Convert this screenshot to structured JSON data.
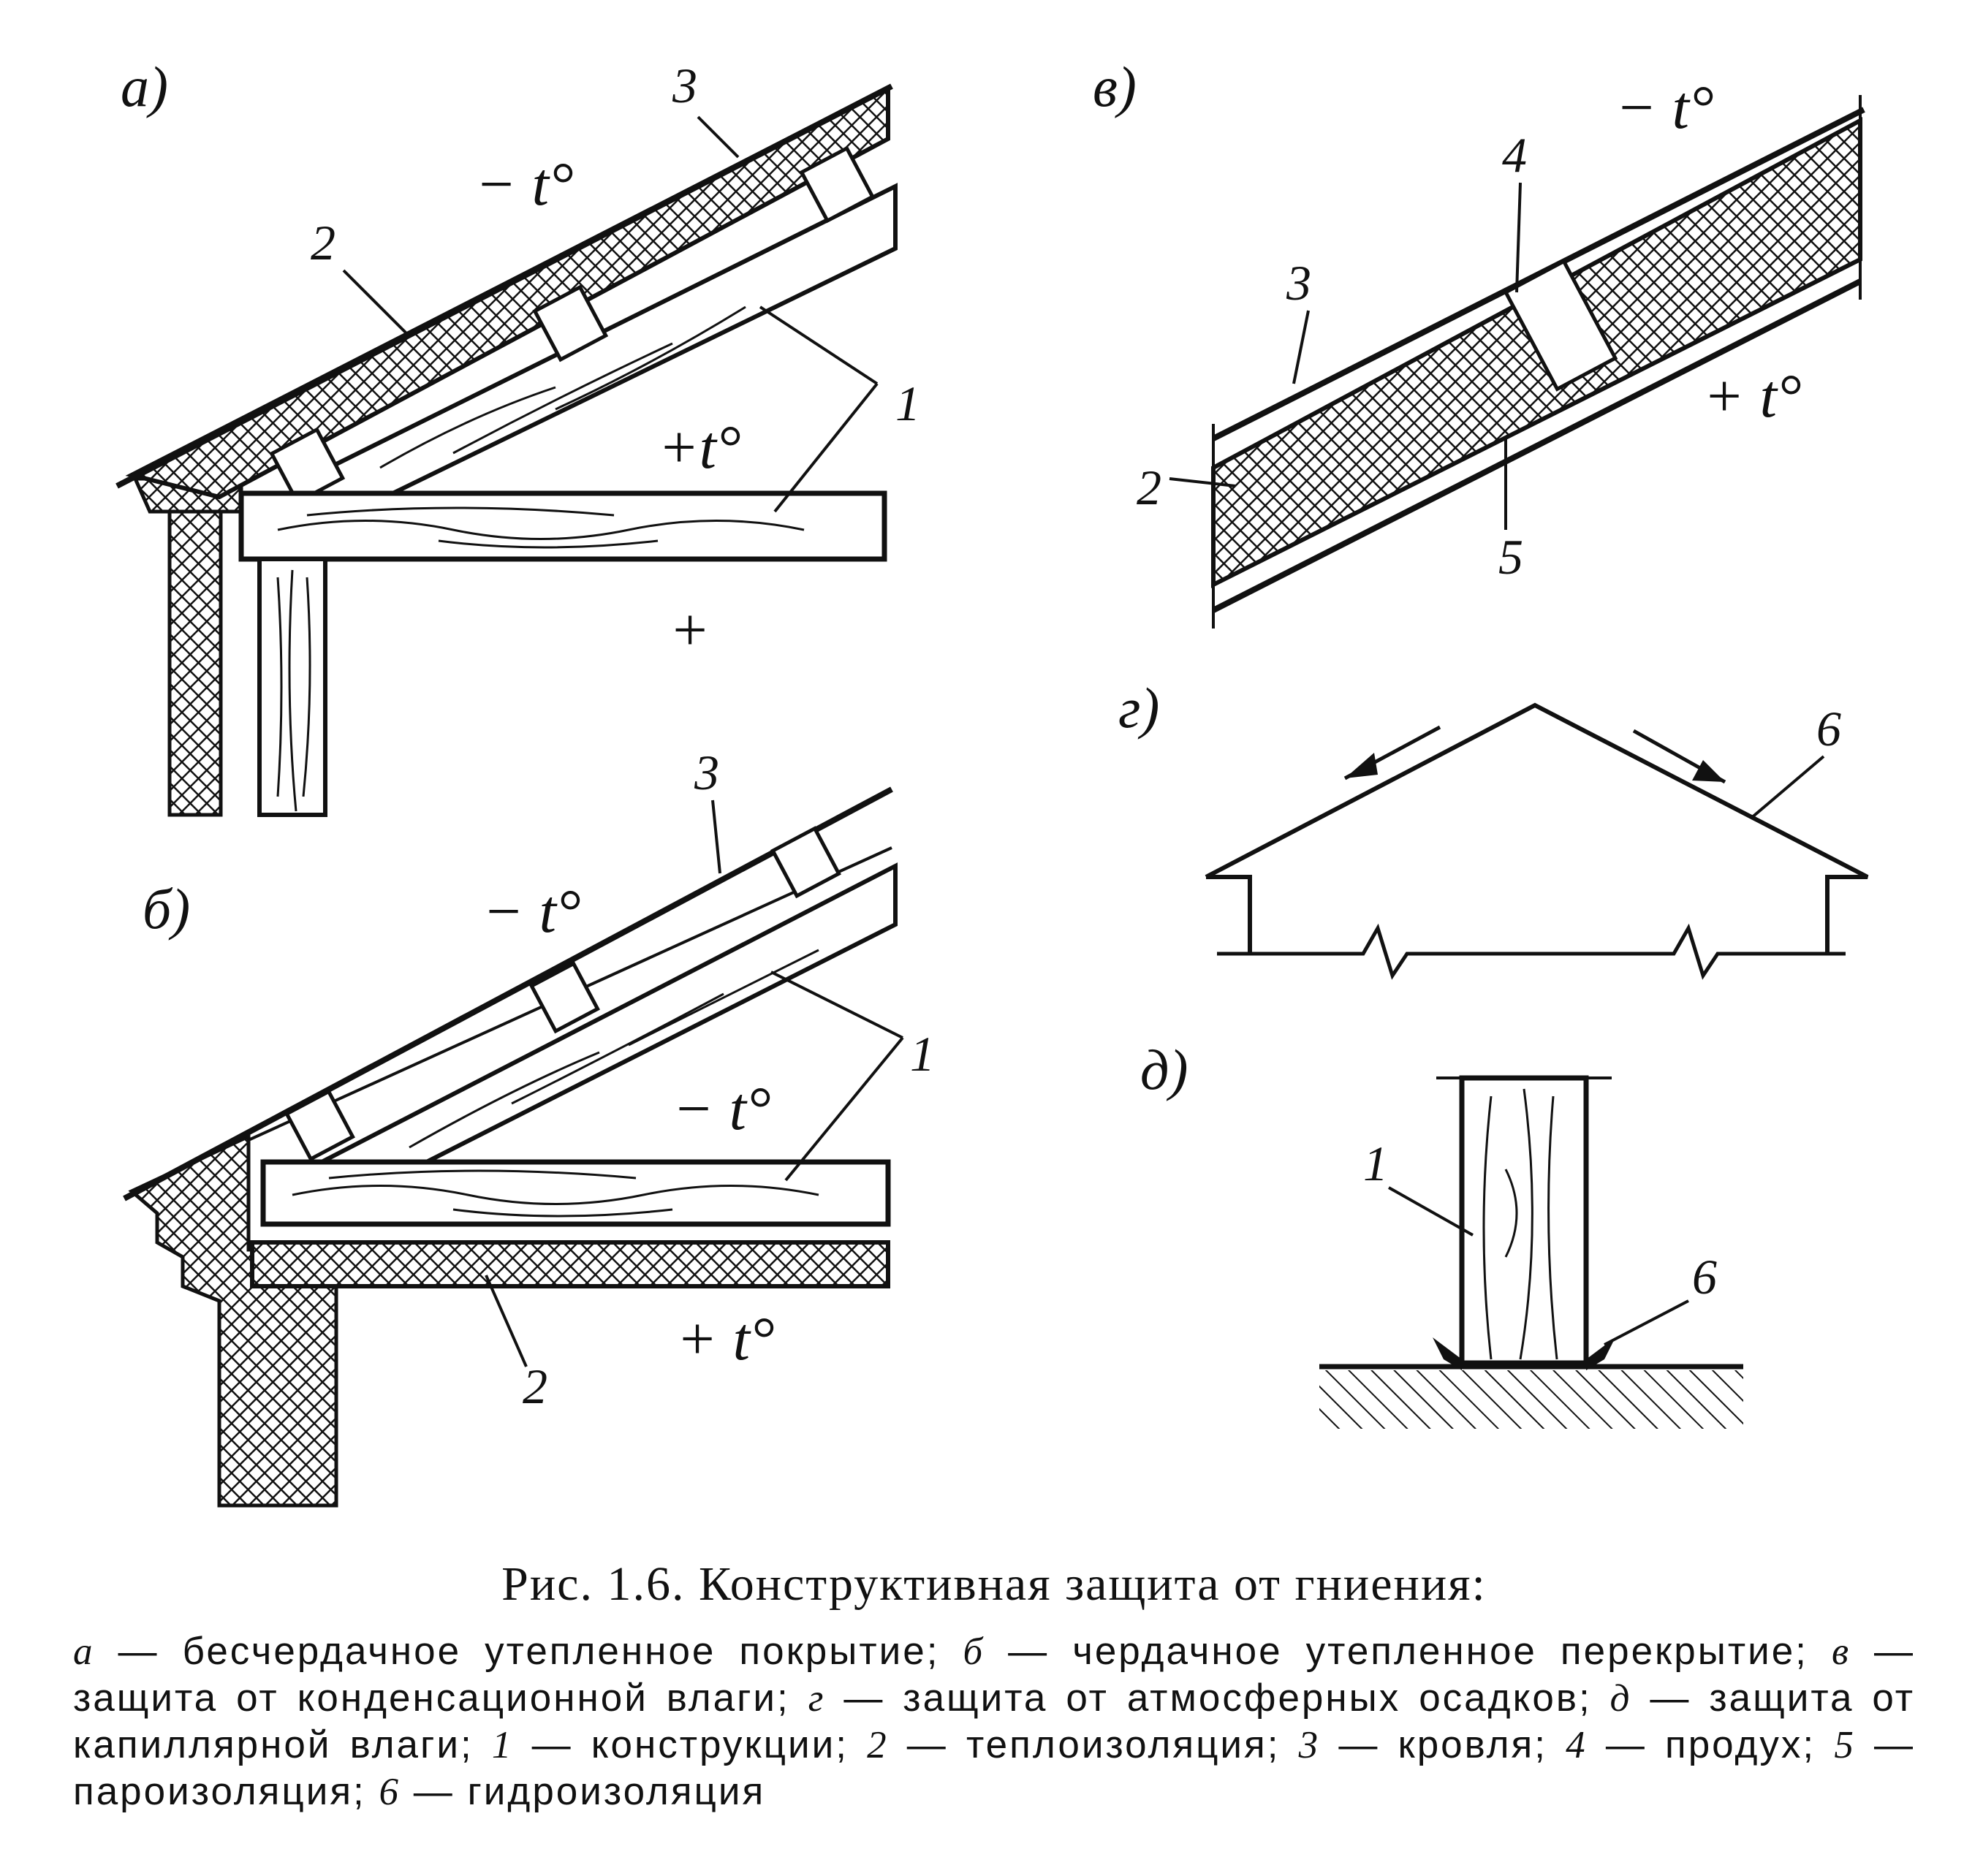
{
  "panels": {
    "a": {
      "label": "а)",
      "temps": [
        "− t°",
        "+t°",
        "+"
      ],
      "numbers": [
        "3",
        "2",
        "1"
      ]
    },
    "b": {
      "label": "б)",
      "temps": [
        "− t°",
        "− t°",
        "+ t°"
      ],
      "numbers": [
        "3",
        "1",
        "2"
      ]
    },
    "v": {
      "label": "в)",
      "temps": [
        "− t°",
        "+ t°"
      ],
      "numbers": [
        "4",
        "3",
        "2",
        "5"
      ]
    },
    "g": {
      "label": "г)",
      "numbers": [
        "6"
      ]
    },
    "d": {
      "label": "д)",
      "numbers": [
        "1",
        "6"
      ]
    }
  },
  "caption": {
    "title": "Рис. 1.6. Конструктивная защита от гниения:",
    "legend": [
      {
        "key": "а",
        "text": "бесчердачное утепленное покрытие;"
      },
      {
        "key": "б",
        "text": "чердачное утепленное перекрытие;"
      },
      {
        "key": "в",
        "text": "защита от конденсационной влаги;"
      },
      {
        "key": "г",
        "text": "защита от атмосферных осадков;"
      },
      {
        "key": "д",
        "text": "защита от капиллярной влаги;"
      },
      {
        "key": "1",
        "text": "конструкции;"
      },
      {
        "key": "2",
        "text": "теплоизоляция;"
      },
      {
        "key": "3",
        "text": "кровля;"
      },
      {
        "key": "4",
        "text": "продух;"
      },
      {
        "key": "5",
        "text": "пароизоляция;"
      },
      {
        "key": "6",
        "text": "гидроизоляция"
      }
    ]
  }
}
